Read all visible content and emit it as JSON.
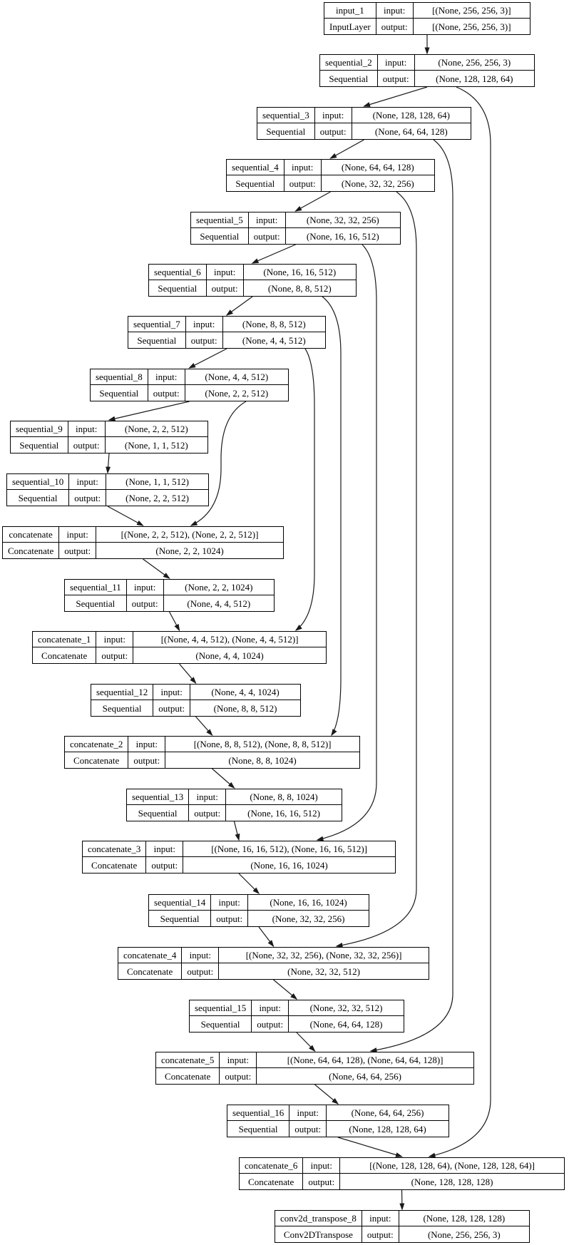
{
  "diagram": {
    "kind": "keras-model-plot",
    "labels": {
      "input": "input:",
      "output": "output:"
    },
    "colors": {
      "background": "#ffffff",
      "node_border": "#000000",
      "text": "#000000",
      "edge": "#1a1a1a"
    },
    "nodes": [
      {
        "id": "input_1",
        "name": "input_1",
        "class": "InputLayer",
        "input_shape": "[(None, 256, 256, 3)]",
        "output_shape": "[(None, 256, 256, 3)]"
      },
      {
        "id": "sequential_2",
        "name": "sequential_2",
        "class": "Sequential",
        "input_shape": "(None, 256, 256, 3)",
        "output_shape": "(None, 128, 128, 64)"
      },
      {
        "id": "sequential_3",
        "name": "sequential_3",
        "class": "Sequential",
        "input_shape": "(None, 128, 128, 64)",
        "output_shape": "(None, 64, 64, 128)"
      },
      {
        "id": "sequential_4",
        "name": "sequential_4",
        "class": "Sequential",
        "input_shape": "(None, 64, 64, 128)",
        "output_shape": "(None, 32, 32, 256)"
      },
      {
        "id": "sequential_5",
        "name": "sequential_5",
        "class": "Sequential",
        "input_shape": "(None, 32, 32, 256)",
        "output_shape": "(None, 16, 16, 512)"
      },
      {
        "id": "sequential_6",
        "name": "sequential_6",
        "class": "Sequential",
        "input_shape": "(None, 16, 16, 512)",
        "output_shape": "(None, 8, 8, 512)"
      },
      {
        "id": "sequential_7",
        "name": "sequential_7",
        "class": "Sequential",
        "input_shape": "(None, 8, 8, 512)",
        "output_shape": "(None, 4, 4, 512)"
      },
      {
        "id": "sequential_8",
        "name": "sequential_8",
        "class": "Sequential",
        "input_shape": "(None, 4, 4, 512)",
        "output_shape": "(None, 2, 2, 512)"
      },
      {
        "id": "sequential_9",
        "name": "sequential_9",
        "class": "Sequential",
        "input_shape": "(None, 2, 2, 512)",
        "output_shape": "(None, 1, 1, 512)"
      },
      {
        "id": "sequential_10",
        "name": "sequential_10",
        "class": "Sequential",
        "input_shape": "(None, 1, 1, 512)",
        "output_shape": "(None, 2, 2, 512)"
      },
      {
        "id": "concatenate",
        "name": "concatenate",
        "class": "Concatenate",
        "input_shape": "[(None, 2, 2, 512), (None, 2, 2, 512)]",
        "output_shape": "(None, 2, 2, 1024)"
      },
      {
        "id": "sequential_11",
        "name": "sequential_11",
        "class": "Sequential",
        "input_shape": "(None, 2, 2, 1024)",
        "output_shape": "(None, 4, 4, 512)"
      },
      {
        "id": "concatenate_1",
        "name": "concatenate_1",
        "class": "Concatenate",
        "input_shape": "[(None, 4, 4, 512), (None, 4, 4, 512)]",
        "output_shape": "(None, 4, 4, 1024)"
      },
      {
        "id": "sequential_12",
        "name": "sequential_12",
        "class": "Sequential",
        "input_shape": "(None, 4, 4, 1024)",
        "output_shape": "(None, 8, 8, 512)"
      },
      {
        "id": "concatenate_2",
        "name": "concatenate_2",
        "class": "Concatenate",
        "input_shape": "[(None, 8, 8, 512), (None, 8, 8, 512)]",
        "output_shape": "(None, 8, 8, 1024)"
      },
      {
        "id": "sequential_13",
        "name": "sequential_13",
        "class": "Sequential",
        "input_shape": "(None, 8, 8, 1024)",
        "output_shape": "(None, 16, 16, 512)"
      },
      {
        "id": "concatenate_3",
        "name": "concatenate_3",
        "class": "Concatenate",
        "input_shape": "[(None, 16, 16, 512), (None, 16, 16, 512)]",
        "output_shape": "(None, 16, 16, 1024)"
      },
      {
        "id": "sequential_14",
        "name": "sequential_14",
        "class": "Sequential",
        "input_shape": "(None, 16, 16, 1024)",
        "output_shape": "(None, 32, 32, 256)"
      },
      {
        "id": "concatenate_4",
        "name": "concatenate_4",
        "class": "Concatenate",
        "input_shape": "[(None, 32, 32, 256), (None, 32, 32, 256)]",
        "output_shape": "(None, 32, 32, 512)"
      },
      {
        "id": "sequential_15",
        "name": "sequential_15",
        "class": "Sequential",
        "input_shape": "(None, 32, 32, 512)",
        "output_shape": "(None, 64, 64, 128)"
      },
      {
        "id": "concatenate_5",
        "name": "concatenate_5",
        "class": "Concatenate",
        "input_shape": "[(None, 64, 64, 128), (None, 64, 64, 128)]",
        "output_shape": "(None, 64, 64, 256)"
      },
      {
        "id": "sequential_16",
        "name": "sequential_16",
        "class": "Sequential",
        "input_shape": "(None, 64, 64, 256)",
        "output_shape": "(None, 128, 128, 64)"
      },
      {
        "id": "concatenate_6",
        "name": "concatenate_6",
        "class": "Concatenate",
        "input_shape": "[(None, 128, 128, 64), (None, 128, 128, 64)]",
        "output_shape": "(None, 128, 128, 128)"
      },
      {
        "id": "conv2d_transpose_8",
        "name": "conv2d_transpose_8",
        "class": "Conv2DTranspose",
        "input_shape": "(None, 128, 128, 128)",
        "output_shape": "(None, 256, 256, 3)"
      }
    ],
    "edges": [
      {
        "from": "input_1",
        "to": "sequential_2",
        "kind": "sequential"
      },
      {
        "from": "sequential_2",
        "to": "sequential_3",
        "kind": "sequential"
      },
      {
        "from": "sequential_3",
        "to": "sequential_4",
        "kind": "sequential"
      },
      {
        "from": "sequential_4",
        "to": "sequential_5",
        "kind": "sequential"
      },
      {
        "from": "sequential_5",
        "to": "sequential_6",
        "kind": "sequential"
      },
      {
        "from": "sequential_6",
        "to": "sequential_7",
        "kind": "sequential"
      },
      {
        "from": "sequential_7",
        "to": "sequential_8",
        "kind": "sequential"
      },
      {
        "from": "sequential_8",
        "to": "sequential_9",
        "kind": "sequential"
      },
      {
        "from": "sequential_9",
        "to": "sequential_10",
        "kind": "sequential"
      },
      {
        "from": "sequential_10",
        "to": "concatenate",
        "kind": "sequential"
      },
      {
        "from": "concatenate",
        "to": "sequential_11",
        "kind": "sequential"
      },
      {
        "from": "sequential_11",
        "to": "concatenate_1",
        "kind": "sequential"
      },
      {
        "from": "concatenate_1",
        "to": "sequential_12",
        "kind": "sequential"
      },
      {
        "from": "sequential_12",
        "to": "concatenate_2",
        "kind": "sequential"
      },
      {
        "from": "concatenate_2",
        "to": "sequential_13",
        "kind": "sequential"
      },
      {
        "from": "sequential_13",
        "to": "concatenate_3",
        "kind": "sequential"
      },
      {
        "from": "concatenate_3",
        "to": "sequential_14",
        "kind": "sequential"
      },
      {
        "from": "sequential_14",
        "to": "concatenate_4",
        "kind": "sequential"
      },
      {
        "from": "concatenate_4",
        "to": "sequential_15",
        "kind": "sequential"
      },
      {
        "from": "sequential_15",
        "to": "concatenate_5",
        "kind": "sequential"
      },
      {
        "from": "concatenate_5",
        "to": "sequential_16",
        "kind": "sequential"
      },
      {
        "from": "sequential_16",
        "to": "concatenate_6",
        "kind": "sequential"
      },
      {
        "from": "concatenate_6",
        "to": "conv2d_transpose_8",
        "kind": "sequential"
      },
      {
        "from": "sequential_8",
        "to": "concatenate",
        "kind": "skip"
      },
      {
        "from": "sequential_7",
        "to": "concatenate_1",
        "kind": "skip"
      },
      {
        "from": "sequential_6",
        "to": "concatenate_2",
        "kind": "skip"
      },
      {
        "from": "sequential_5",
        "to": "concatenate_3",
        "kind": "skip"
      },
      {
        "from": "sequential_4",
        "to": "concatenate_4",
        "kind": "skip"
      },
      {
        "from": "sequential_3",
        "to": "concatenate_5",
        "kind": "skip"
      },
      {
        "from": "sequential_2",
        "to": "concatenate_6",
        "kind": "skip"
      }
    ]
  }
}
